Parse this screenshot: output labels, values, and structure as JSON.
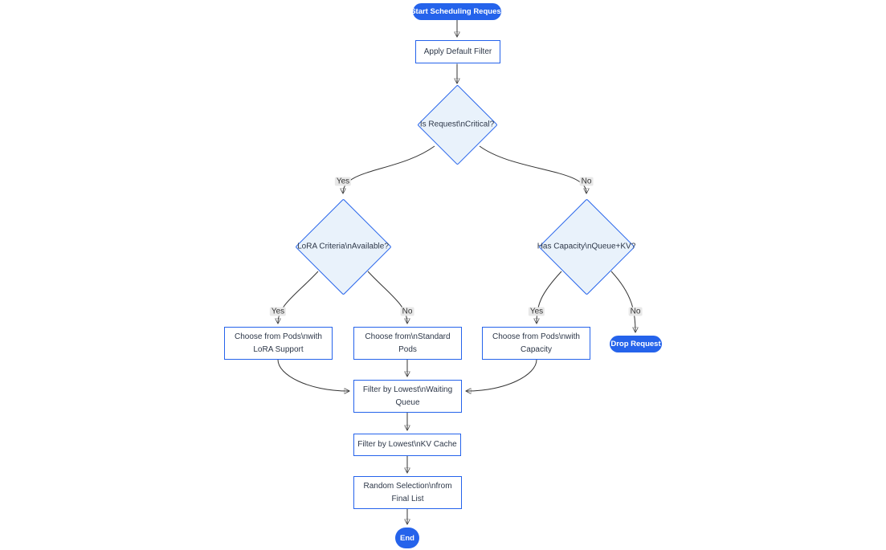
{
  "diagram": {
    "type": "flowchart",
    "direction": "top-down",
    "description": "Scheduling request decision flow"
  },
  "colors": {
    "accent_blue": "#2563eb",
    "decision_fill": "#e9f2fb",
    "box_fill": "#ffffff",
    "box_border": "#2563eb",
    "node_text": "#2d3748",
    "pill_text": "#ffffff",
    "edge_line": "#333333",
    "edge_label_bg": "#e8e8e8"
  },
  "nodes": {
    "start": {
      "shape": "stadium",
      "lines": [
        "Start Scheduling Request"
      ]
    },
    "apply_filter": {
      "shape": "rect",
      "lines": [
        "Apply Default Filter"
      ]
    },
    "critical": {
      "shape": "diamond",
      "lines": [
        "Is Request\\nCritical?"
      ]
    },
    "lora": {
      "shape": "diamond",
      "lines": [
        "LoRA Criteria\\nAvailable?"
      ]
    },
    "capacity": {
      "shape": "diamond",
      "lines": [
        "Has Capacity\\nQueue+KV?"
      ]
    },
    "lora_pods": {
      "shape": "rect",
      "lines": [
        "Choose from Pods\\nwith",
        "LoRA Support"
      ]
    },
    "standard_pods": {
      "shape": "rect",
      "lines": [
        "Choose from\\nStandard",
        "Pods"
      ]
    },
    "capacity_pods": {
      "shape": "rect",
      "lines": [
        "Choose from Pods\\nwith",
        "Capacity"
      ]
    },
    "drop": {
      "shape": "stadium",
      "lines": [
        "Drop Request"
      ]
    },
    "filter_queue": {
      "shape": "rect",
      "lines": [
        "Filter by Lowest\\nWaiting",
        "Queue"
      ]
    },
    "filter_kv": {
      "shape": "rect",
      "lines": [
        "Filter by Lowest\\nKV Cache"
      ]
    },
    "random": {
      "shape": "rect",
      "lines": [
        "Random Selection\\nfrom",
        "Final List"
      ]
    },
    "end": {
      "shape": "stadium",
      "lines": [
        "End"
      ]
    }
  },
  "edges": [
    {
      "from": "start",
      "to": "apply_filter",
      "label": ""
    },
    {
      "from": "apply_filter",
      "to": "critical",
      "label": ""
    },
    {
      "from": "critical",
      "to": "lora",
      "label": "Yes"
    },
    {
      "from": "critical",
      "to": "capacity",
      "label": "No"
    },
    {
      "from": "lora",
      "to": "lora_pods",
      "label": "Yes"
    },
    {
      "from": "lora",
      "to": "standard_pods",
      "label": "No"
    },
    {
      "from": "capacity",
      "to": "capacity_pods",
      "label": "Yes"
    },
    {
      "from": "capacity",
      "to": "drop",
      "label": "No"
    },
    {
      "from": "lora_pods",
      "to": "filter_queue",
      "label": ""
    },
    {
      "from": "standard_pods",
      "to": "filter_queue",
      "label": ""
    },
    {
      "from": "capacity_pods",
      "to": "filter_queue",
      "label": ""
    },
    {
      "from": "filter_queue",
      "to": "filter_kv",
      "label": ""
    },
    {
      "from": "filter_kv",
      "to": "random",
      "label": ""
    },
    {
      "from": "random",
      "to": "end",
      "label": ""
    }
  ]
}
